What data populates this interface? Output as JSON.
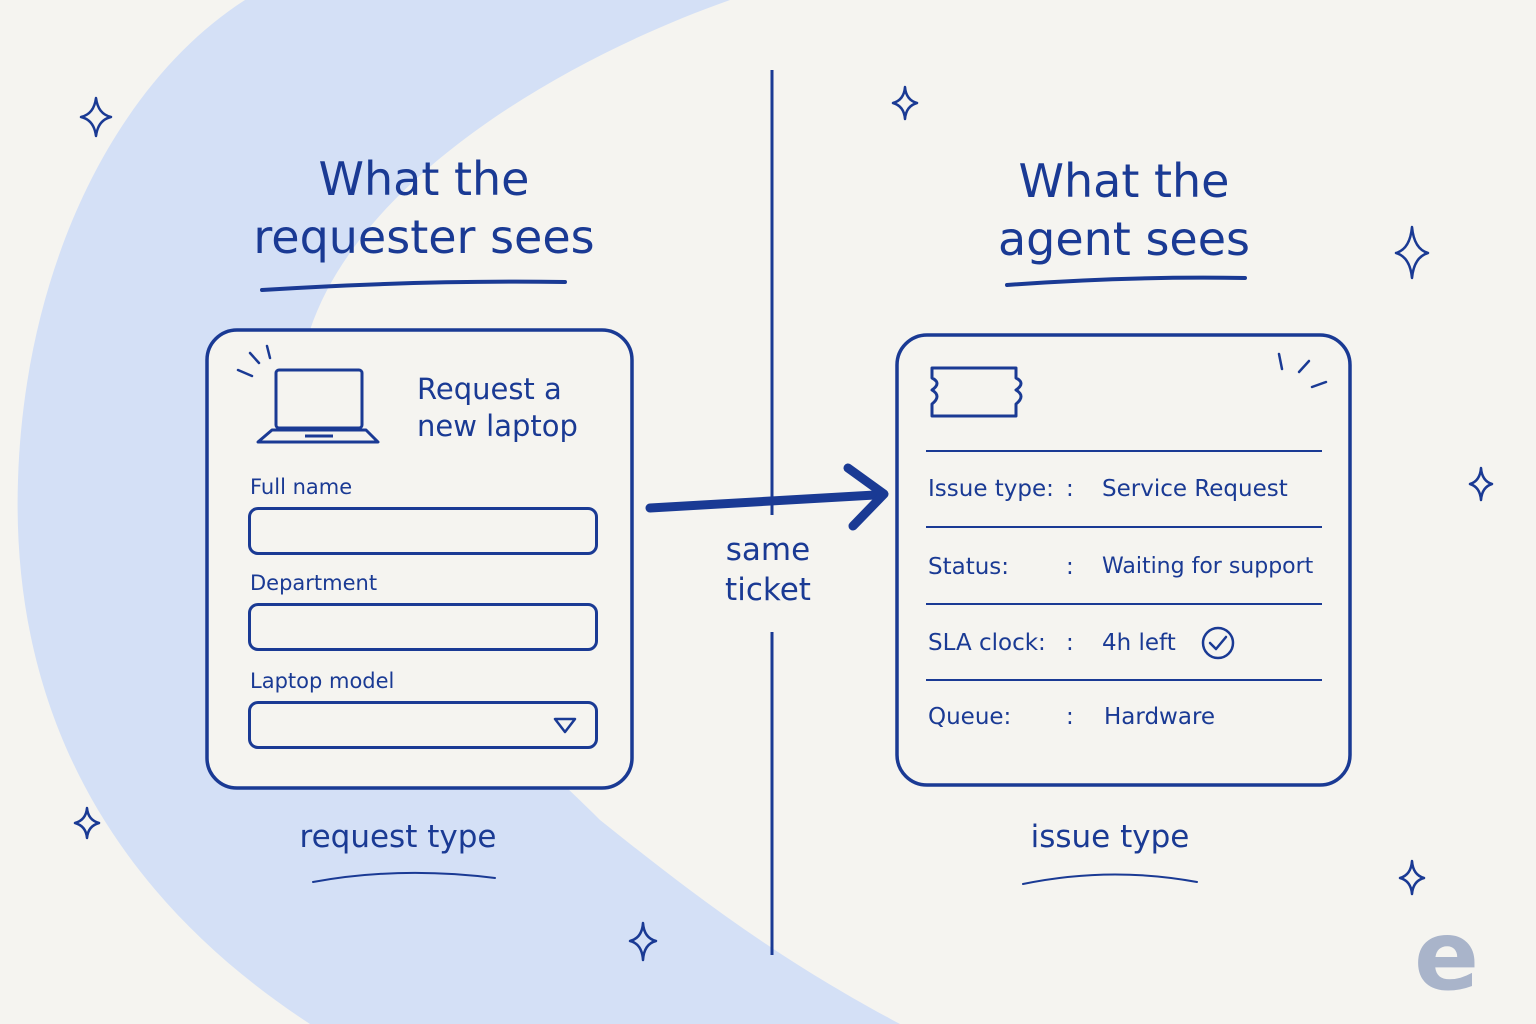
{
  "left_panel": {
    "title_line1": "What the",
    "title_line2": "requester sees",
    "form": {
      "icon": "laptop-icon",
      "title_line1": "Request a",
      "title_line2": "new laptop",
      "fields": [
        {
          "label": "Full name",
          "value": ""
        },
        {
          "label": "Department",
          "value": ""
        },
        {
          "label": "Laptop model",
          "value": "",
          "icon": "chevron-down-icon"
        }
      ]
    },
    "caption": "request type"
  },
  "connector": {
    "line1": "same",
    "line2": "ticket",
    "icon": "arrow-right-icon"
  },
  "right_panel": {
    "title_line1": "What the",
    "title_line2": "agent sees",
    "card": {
      "icon": "ticket-icon",
      "separator": ":",
      "rows": [
        {
          "label": "Issue type:",
          "value": "Service Request"
        },
        {
          "label": "Status:",
          "value": "Waiting for support"
        },
        {
          "label": "SLA clock:",
          "value": "4h left",
          "icon": "check-circle-icon"
        },
        {
          "label": "Queue:",
          "value": "Hardware"
        }
      ]
    },
    "caption": "issue type"
  },
  "logo": "e",
  "colors": {
    "ink": "#1a3a94",
    "background": "#f5f4f0",
    "accent_band": "#d4e0f6",
    "logo": "#a9b4ca"
  }
}
